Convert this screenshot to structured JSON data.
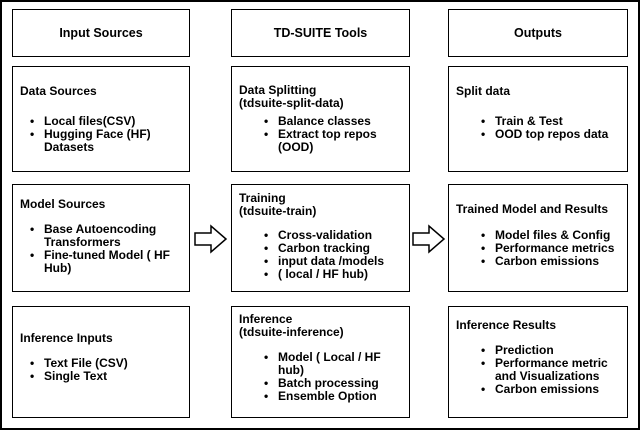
{
  "headers": {
    "input": "Input Sources",
    "tools": "TD-SUITE Tools",
    "outputs": "Outputs"
  },
  "input": {
    "data_sources": {
      "title": "Data Sources",
      "items": [
        "Local files(CSV)",
        "Hugging Face (HF)",
        "Datasets"
      ]
    },
    "model_sources": {
      "title": "Model Sources",
      "items": [
        "Base Autoencoding",
        "Transformers",
        "Fine-tuned Model ( HF",
        "Hub)"
      ]
    },
    "inference_inputs": {
      "title": "Inference Inputs",
      "items": [
        "Text File (CSV)",
        "Single Text"
      ]
    }
  },
  "tools": {
    "splitting": {
      "title": "Data Splitting",
      "subtitle": "(tdsuite-split-data)",
      "items": [
        "Balance classes",
        "Extract top repos",
        "(OOD)"
      ]
    },
    "training": {
      "title": "Training",
      "subtitle": "(tdsuite-train)",
      "items": [
        "Cross-validation",
        "Carbon tracking",
        "input data /models",
        "( local / HF hub)"
      ]
    },
    "inference": {
      "title": "Inference",
      "subtitle": "(tdsuite-inference)",
      "items": [
        "Model ( Local / HF",
        "hub)",
        "Batch processing",
        "Ensemble Option"
      ]
    }
  },
  "outputs": {
    "split": {
      "title": "Split data",
      "items": [
        "Train & Test",
        "OOD top repos data"
      ]
    },
    "trained": {
      "title": "Trained Model and  Results",
      "items": [
        "Model files & Config",
        "Performance metrics",
        "Carbon emissions"
      ]
    },
    "inference_results": {
      "title": "Inference Results",
      "items": [
        "Prediction",
        "Performance metric",
        "and Visualizations",
        "Carbon emissions"
      ]
    }
  }
}
